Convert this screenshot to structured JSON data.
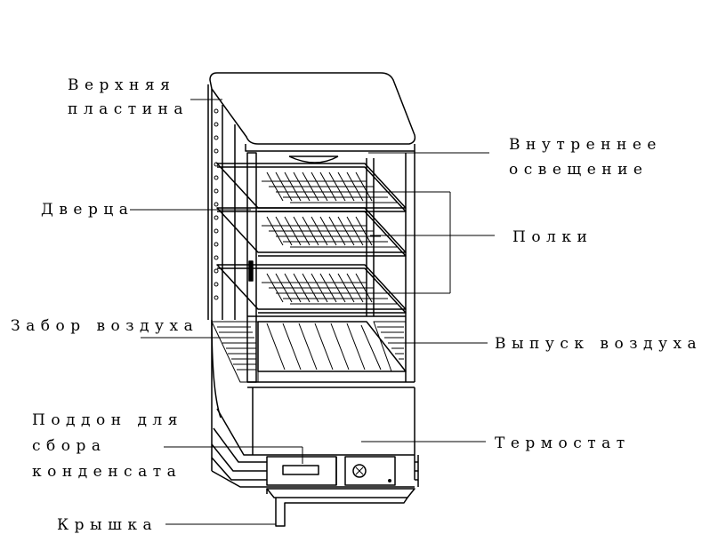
{
  "labels": {
    "top_plate_1": "Верхняя",
    "top_plate_2": "пластина",
    "light_1": "Внутреннее",
    "light_2": "освещение",
    "door": "Дверца",
    "shelves": "Полки",
    "air_intake": "Забор воздуха",
    "air_outlet": "Выпуск воздуха",
    "tray_1": "Поддон для",
    "tray_2": "сбора",
    "tray_3": "конденсата",
    "thermostat": "Термостат",
    "lid": "Крышка"
  }
}
